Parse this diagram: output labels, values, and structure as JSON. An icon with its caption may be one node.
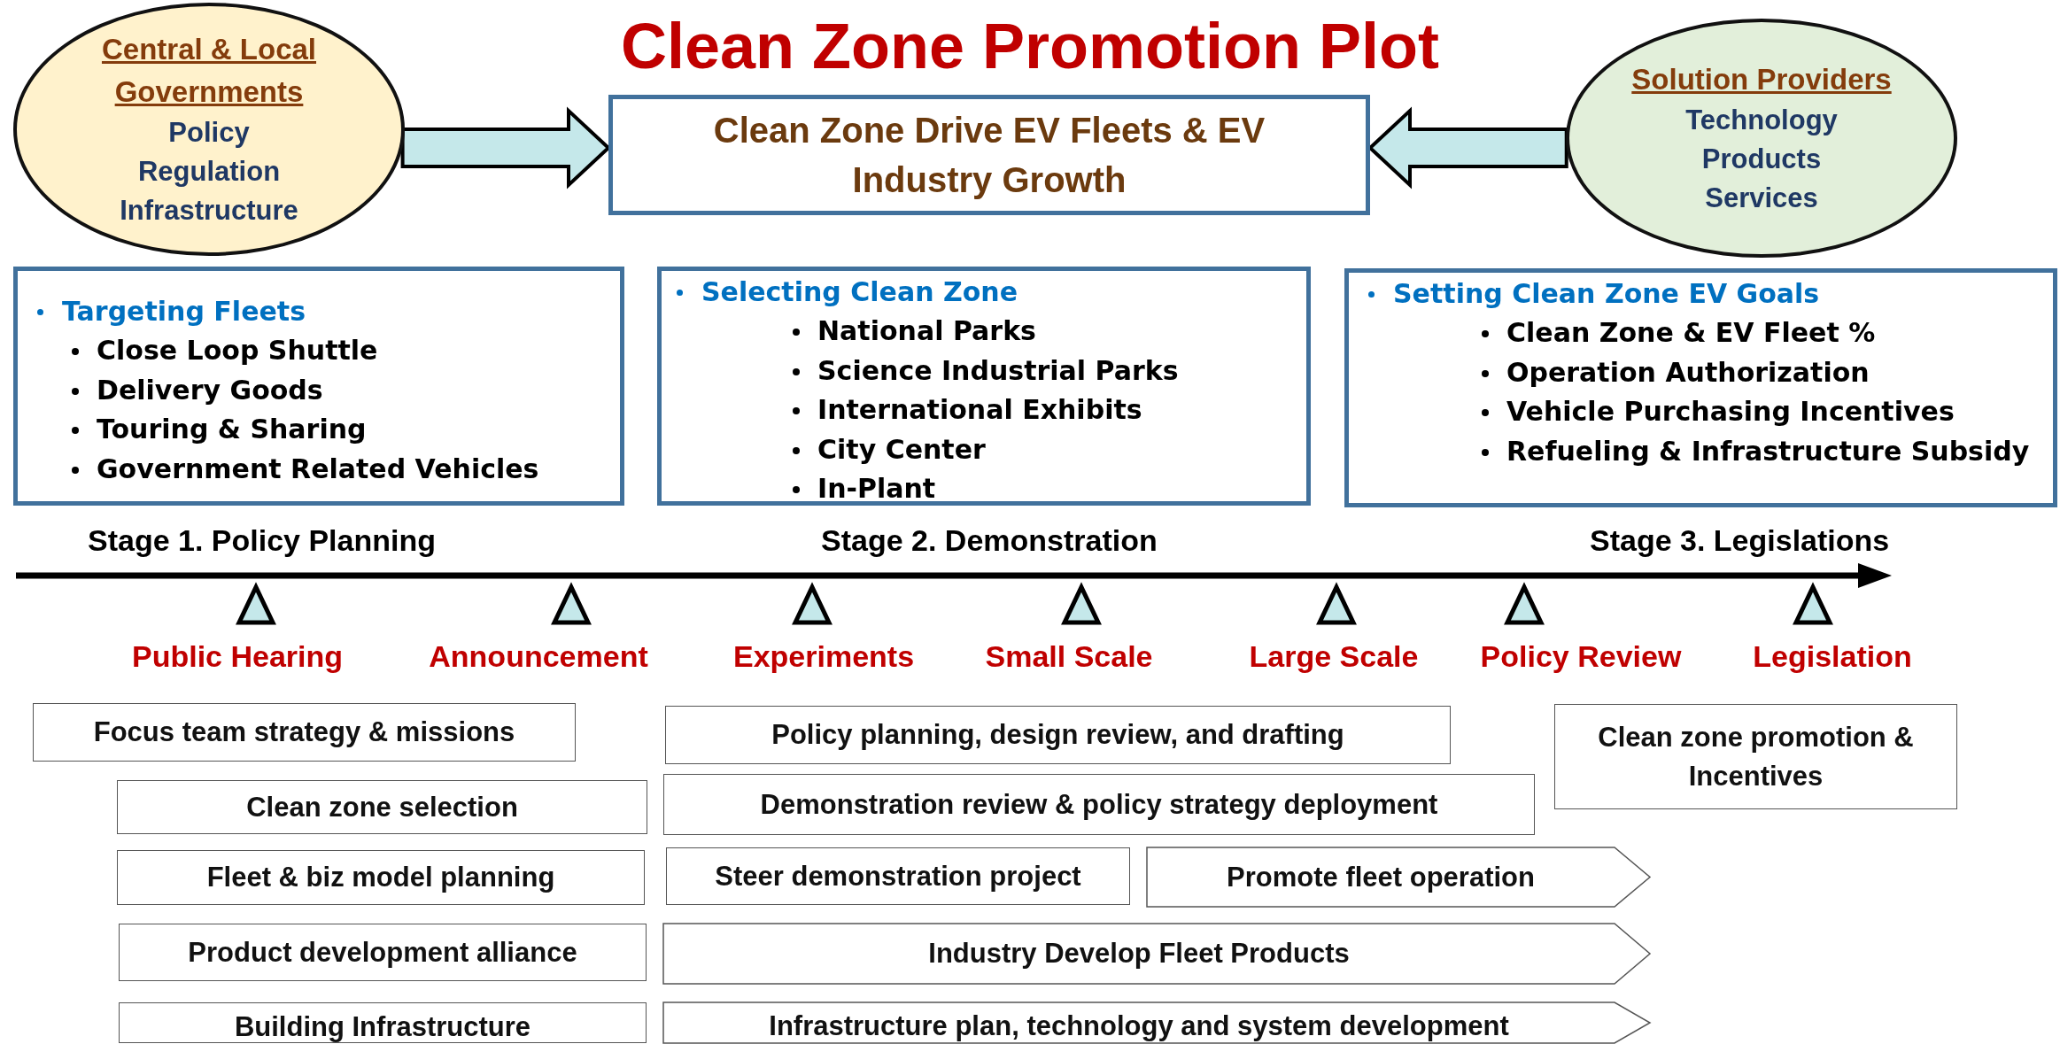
{
  "diagram": {
    "title": "Clean Zone Promotion Plot",
    "nodes": [
      {
        "text": [
          "Central & Local Governments",
          "Policy",
          "Regulation",
          "Infrastructure"
        ]
      },
      {
        "text": [
          "Clean Zone Drive EV Fleets & EV Industry Growth"
        ]
      },
      {
        "text": [
          "Solution Providers",
          "Technology",
          "Products",
          "Services"
        ]
      },
      {
        "text": [
          "Targeting Fleets",
          "Close Loop Shuttle",
          "Delivery Goods",
          "Touring & Sharing",
          "Government Related Vehicles"
        ]
      },
      {
        "text": [
          "Selecting Clean Zone",
          "National Parks",
          "Science Industrial Parks",
          "International Exhibits",
          "City Center",
          "In-Plant"
        ]
      },
      {
        "text": [
          "Setting Clean Zone EV Goals",
          "Clean Zone & EV Fleet %",
          "Operation Authorization",
          "Vehicle Purchasing Incentives",
          "Refueling & Infrastructure Subsidy"
        ]
      },
      {
        "text": [
          "Focus team strategy & missions"
        ]
      },
      {
        "text": [
          "Policy planning, design review, and drafting"
        ]
      },
      {
        "text": [
          "Clean zone promotion & Incentives"
        ]
      },
      {
        "text": [
          "Clean zone selection"
        ]
      },
      {
        "text": [
          "Demonstration review & policy strategy deployment"
        ]
      },
      {
        "text": [
          "Fleet & biz model planning"
        ]
      },
      {
        "text": [
          "Steer demonstration project"
        ]
      },
      {
        "text": [
          "Promote fleet operation"
        ]
      },
      {
        "text": [
          "Product development alliance"
        ]
      },
      {
        "text": [
          "Industry Develop Fleet Products"
        ]
      },
      {
        "text": [
          "Building Infrastructure"
        ]
      },
      {
        "text": [
          "Infrastructure plan, technology and system development"
        ]
      }
    ],
    "edges": [
      {
        "from": 0,
        "to": 1,
        "arrow": "to",
        "style": "thick"
      },
      {
        "from": 2,
        "to": 1,
        "arrow": "to",
        "style": "thick"
      }
    ],
    "labels": [
      "Stage 1. Policy Planning",
      "Stage 2. Demonstration",
      "Stage 3. Legislations",
      "Public Hearing",
      "Announcement",
      "Experiments",
      "Small Scale",
      "Large Scale",
      "Policy Review",
      "Legislation"
    ]
  }
}
